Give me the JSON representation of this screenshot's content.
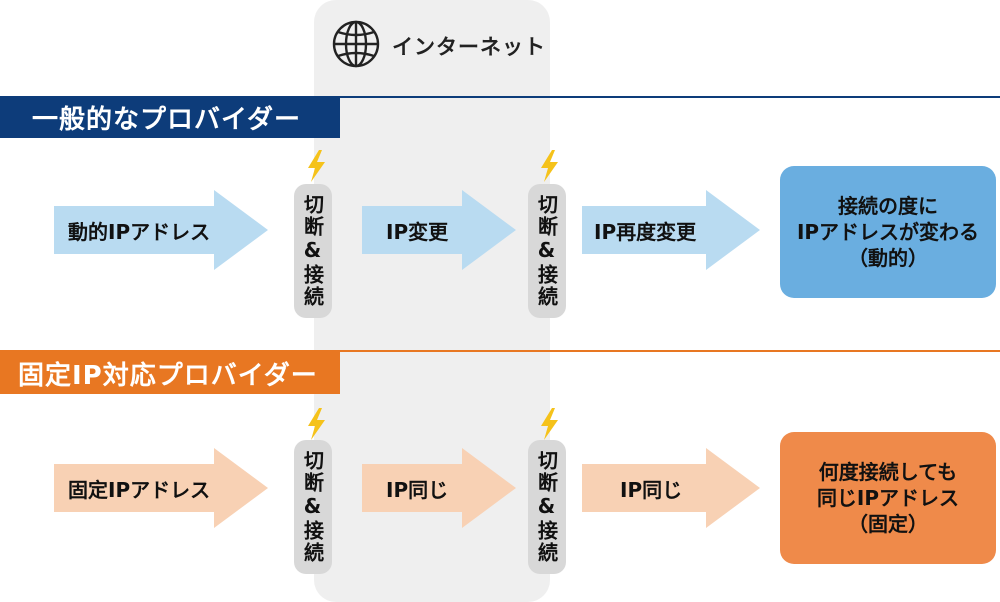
{
  "internet": {
    "label": "インターネット"
  },
  "colors": {
    "navy": "#0d3c7a",
    "orange": "#e87722",
    "light_blue": "#b9dbf1",
    "mid_blue": "#6aaee0",
    "light_peach": "#f8d1b4",
    "result_orange": "#ef8a4a",
    "bolt": "#f5c21a",
    "pill_gray": "#d8d8d8",
    "zone_gray": "#efefef"
  },
  "sections": [
    {
      "title": "一般的なプロバイダー",
      "start": "動的IPアドレス",
      "connection_1": "切断&接続",
      "middle": "IP変更",
      "connection_2": "切断&接続",
      "end": "IP再度変更",
      "result": "接続の度に\nIPアドレスが変わる\n（動的）"
    },
    {
      "title": "固定IP対応プロバイダー",
      "start": "固定IPアドレス",
      "connection_1": "切断&接続",
      "middle": "IP同じ",
      "connection_2": "切断&接続",
      "end": "IP同じ",
      "result": "何度接続しても\n同じIPアドレス\n（固定）"
    }
  ]
}
